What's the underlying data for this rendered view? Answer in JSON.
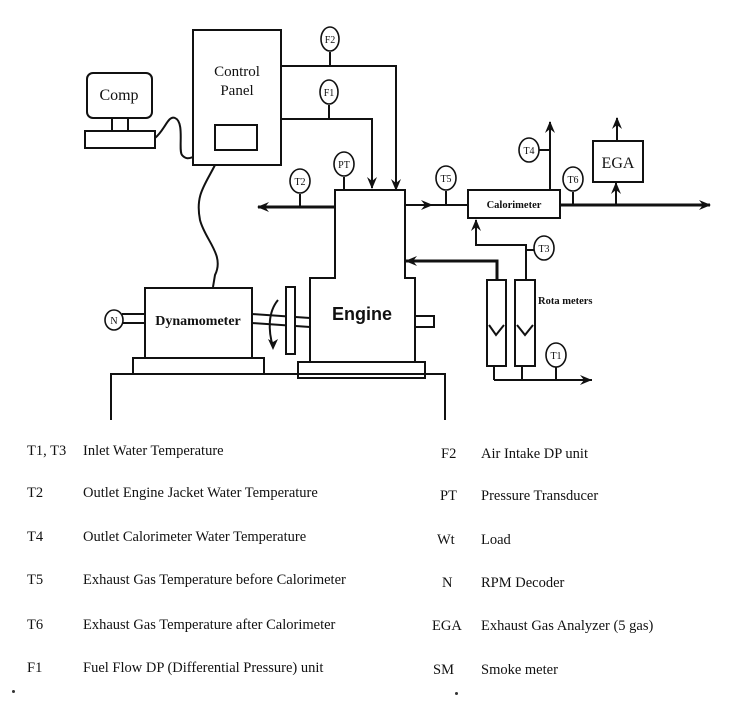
{
  "diagram": {
    "components": {
      "computer": "Comp",
      "control_panel": [
        "Control",
        "Panel"
      ],
      "calorimeter": "Calorimeter",
      "egа": "EGA",
      "dynamometer": "Dynamometer",
      "engine": "Engine",
      "rotameters": "Rota meters"
    },
    "sensors": {
      "f1": "F1",
      "f2": "F2",
      "pt": "PT",
      "t1": "T1",
      "t2": "T2",
      "t3": "T3",
      "t4": "T4",
      "t5": "T5",
      "t6": "T6",
      "n": "N"
    }
  },
  "legend": {
    "left": [
      {
        "code": "T1, T3",
        "description": "Inlet Water Temperature"
      },
      {
        "code": "T2",
        "description": "Outlet Engine Jacket Water Temperature"
      },
      {
        "code": "T4",
        "description": "Outlet Calorimeter Water Temperature"
      },
      {
        "code": "T5",
        "description": "Exhaust Gas Temperature before Calorimeter"
      },
      {
        "code": "T6",
        "description": "Exhaust Gas Temperature after Calorimeter"
      },
      {
        "code": "F1",
        "description": "Fuel Flow DP (Differential Pressure) unit"
      }
    ],
    "right": [
      {
        "code": "F2",
        "description": "Air Intake DP unit"
      },
      {
        "code": "PT",
        "description": "Pressure Transducer"
      },
      {
        "code": "Wt",
        "description": "Load"
      },
      {
        "code": "N",
        "description": "RPM Decoder"
      },
      {
        "code": "EGA",
        "description": "Exhaust Gas Analyzer (5 gas)"
      },
      {
        "code": "SM",
        "description": "Smoke meter"
      }
    ]
  }
}
